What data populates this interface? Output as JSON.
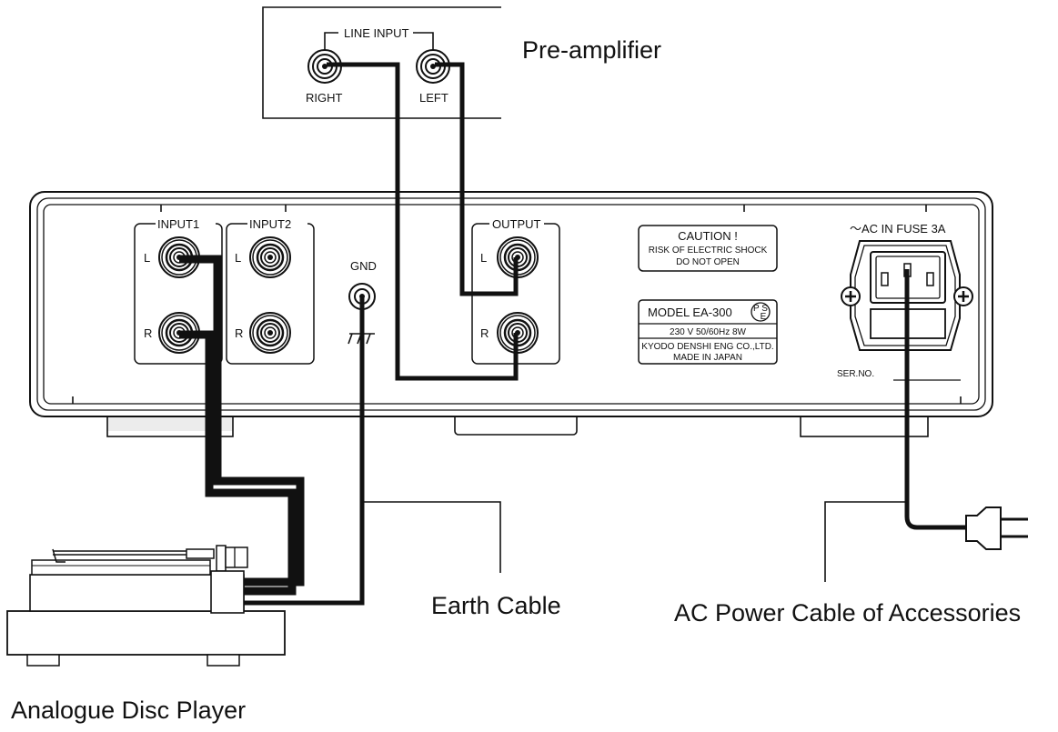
{
  "preamp": {
    "title": "Pre-amplifier",
    "line_input_label": "LINE INPUT",
    "right_label": "RIGHT",
    "left_label": "LEFT"
  },
  "panel": {
    "input1_label": "INPUT1",
    "input2_label": "INPUT2",
    "output_label": "OUTPUT",
    "l_label": "L",
    "r_label": "R",
    "gnd_label": "GND",
    "caution": {
      "title": "CAUTION !",
      "line1": "RISK OF ELECTRIC SHOCK",
      "line2": "DO NOT OPEN"
    },
    "model": {
      "name": "MODEL EA-300",
      "pse_top": "P S",
      "pse_bottom": "E",
      "spec": "230 V   50/60Hz   8W",
      "maker": "KYODO DENSHI ENG CO.,LTD.",
      "origin": "MADE IN JAPAN"
    },
    "ac_label": "～AC IN  FUSE 3A",
    "serial_label": "SER.NO."
  },
  "labels": {
    "earth_cable": "Earth Cable",
    "ac_power_cable": "AC Power Cable of Accessories",
    "turntable": "Analogue Disc Player"
  }
}
